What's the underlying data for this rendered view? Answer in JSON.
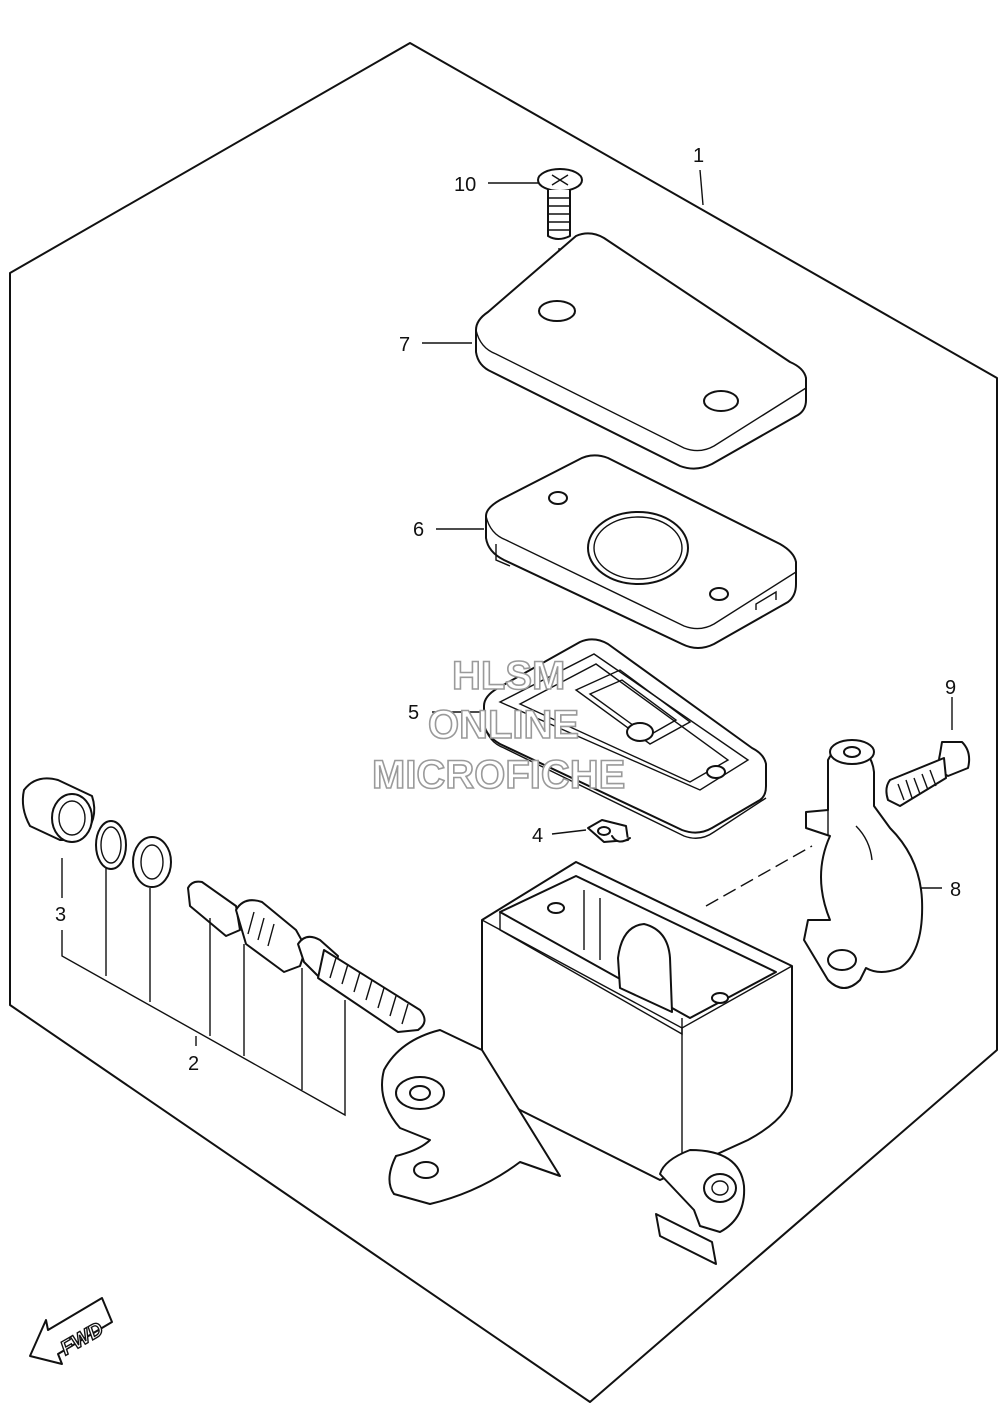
{
  "diagram": {
    "callouts": [
      {
        "id": "1",
        "label": "1"
      },
      {
        "id": "2",
        "label": "2"
      },
      {
        "id": "3",
        "label": "3"
      },
      {
        "id": "4",
        "label": "4"
      },
      {
        "id": "5",
        "label": "5"
      },
      {
        "id": "6",
        "label": "6"
      },
      {
        "id": "7",
        "label": "7"
      },
      {
        "id": "8",
        "label": "8"
      },
      {
        "id": "9",
        "label": "9"
      },
      {
        "id": "10",
        "label": "10"
      }
    ],
    "watermark": {
      "line1": "HLSM",
      "line2": "ONLINE",
      "line3": "MICROFICHE"
    },
    "direction_marker": "FWD"
  }
}
